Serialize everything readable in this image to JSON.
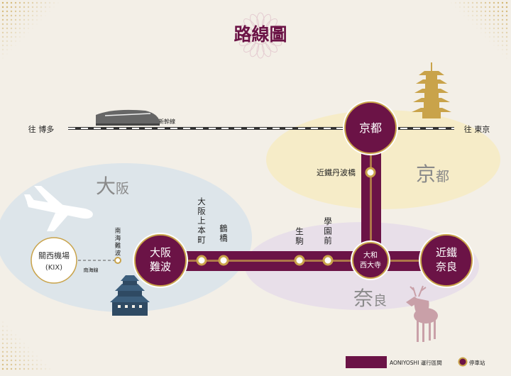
{
  "title": "路線圖",
  "shinkansen": {
    "line_label": "新幹線",
    "west_label": "往 博多",
    "east_label": "往 東京"
  },
  "regions": {
    "osaka": {
      "char1": "大",
      "char2": "阪"
    },
    "kyoto": {
      "char1": "京",
      "char2": "都"
    },
    "nara": {
      "char1": "奈",
      "char2": "良"
    }
  },
  "major_stations": {
    "kyoto": {
      "line1": "京都",
      "line2": ""
    },
    "namba": {
      "line1": "大阪",
      "line2": "難波"
    },
    "saidaiji": {
      "line1": "大和",
      "line2": "西大寺"
    },
    "nara": {
      "line1": "近鐵",
      "line2": "奈良"
    },
    "kix": {
      "line1": "關西機場",
      "line2": "(KIX)"
    }
  },
  "minor_stations": {
    "tambabashi": "近鐵丹波橋",
    "uehommachi": "大阪上本町",
    "tsuruhashi": "鶴橋",
    "ikoma": "生駒",
    "gakuenmae": "學園前",
    "nankai_namba": "南海難波",
    "nankai_line": "南海線"
  },
  "legend": {
    "route_label": "AONIYOSHI 運行區間",
    "stop_label": "停車站"
  },
  "colors": {
    "route": "#6b1346",
    "gold": "#c9a34a",
    "kyoto_zone": "#f6ecc8",
    "osaka_zone": "#dde5ea",
    "nara_zone": "#e8dfe9",
    "text_region": "#8a8a8a"
  }
}
